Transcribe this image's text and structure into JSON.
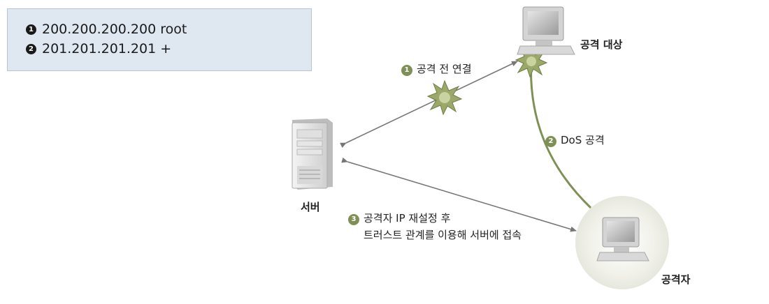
{
  "trust_box": {
    "items": [
      {
        "num": "1",
        "text": "200.200.200.200 root"
      },
      {
        "num": "2",
        "text": "201.201.201.201 +"
      }
    ]
  },
  "nodes": {
    "server": "서버",
    "target": "공격 대상",
    "attacker": "공격자"
  },
  "steps": [
    {
      "num": "1",
      "text": "공격 전 연결"
    },
    {
      "num": "2",
      "text": "DoS 공격"
    },
    {
      "num": "3",
      "line1": "공격자 IP 재설정 후",
      "line2": "트러스트 관계를 이용해 서버에 접속"
    }
  ],
  "colors": {
    "attack_arrow": "#7f9057",
    "connection_arrow": "#777777",
    "burst": "#9aa86a",
    "box_bg": "#dfe8f1"
  }
}
